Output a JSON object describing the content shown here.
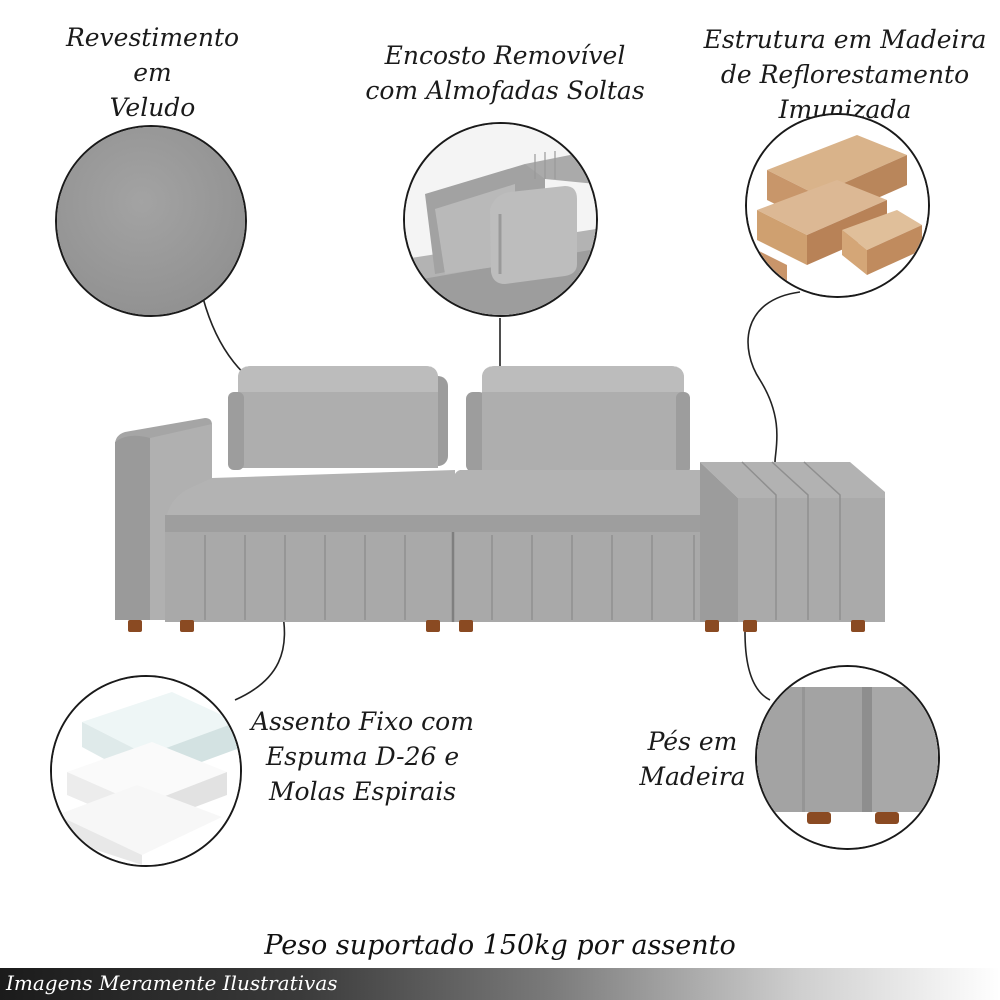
{
  "features": {
    "fabric": {
      "lines": [
        "Revestimento",
        "em",
        "Veludo"
      ]
    },
    "backrest": {
      "lines": [
        "Encosto Removível",
        "com Almofadas Soltas"
      ]
    },
    "structure": {
      "lines": [
        "Estrutura em Madeira",
        "de Reflorestamento",
        "Imunizada"
      ]
    },
    "seat": {
      "lines": [
        "Assento Fixo com",
        "Espuma D-26 e",
        "Molas Espirais"
      ]
    },
    "feet": {
      "lines": [
        "Pés em",
        "Madeira"
      ]
    }
  },
  "weight_note": "Peso suportado 150kg por assento",
  "disclaimer": "Imagens Meramente Ilustrativas",
  "colors": {
    "fabric_gray": "#a9a9a9",
    "wood": "#c49a6c",
    "foam": "#eef3f3",
    "leg": "#8a4a22"
  },
  "icons": [
    "fabric-swatch-icon",
    "cushion-detail-icon",
    "wood-planks-icon",
    "foam-layers-icon",
    "wooden-foot-icon"
  ]
}
